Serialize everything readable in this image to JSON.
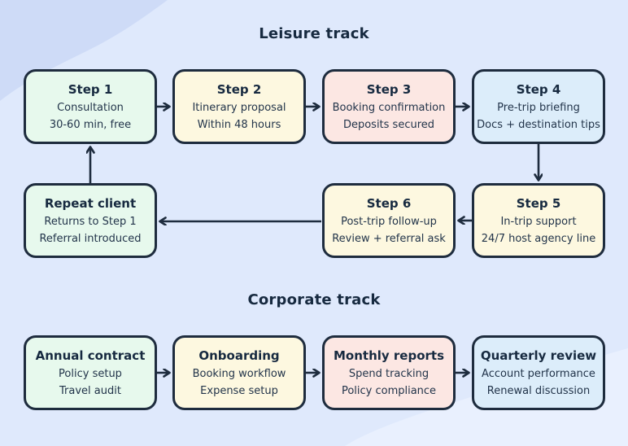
{
  "colors": {
    "background": "#dfe9fc",
    "blob_top_left": "#cedbf7",
    "blob_bottom_right": "#e9f0fe",
    "line": "#1e2c3e",
    "text": "#22344a",
    "title_text": "#172a40",
    "box_green": "#e7f9ed",
    "box_yellow": "#fdf8e0",
    "box_pink": "#fce7e3",
    "box_blue": "#dcedfa"
  },
  "leisure": {
    "title": "Leisure track",
    "steps": [
      {
        "title": "Step 1",
        "line1": "Consultation",
        "line2": "30-60 min, free"
      },
      {
        "title": "Step 2",
        "line1": "Itinerary proposal",
        "line2": "Within 48 hours"
      },
      {
        "title": "Step 3",
        "line1": "Booking confirmation",
        "line2": "Deposits secured"
      },
      {
        "title": "Step 4",
        "line1": "Pre-trip briefing",
        "line2": "Docs + destination tips"
      },
      {
        "title": "Step 5",
        "line1": "In-trip support",
        "line2": "24/7 host agency line"
      },
      {
        "title": "Step 6",
        "line1": "Post-trip follow-up",
        "line2": "Review + referral ask"
      },
      {
        "title": "Repeat client",
        "line1": "Returns to Step 1",
        "line2": "Referral introduced"
      }
    ]
  },
  "corporate": {
    "title": "Corporate track",
    "steps": [
      {
        "title": "Annual contract",
        "line1": "Policy setup",
        "line2": "Travel audit"
      },
      {
        "title": "Onboarding",
        "line1": "Booking workflow",
        "line2": "Expense setup"
      },
      {
        "title": "Monthly reports",
        "line1": "Spend tracking",
        "line2": "Policy compliance"
      },
      {
        "title": "Quarterly review",
        "line1": "Account performance",
        "line2": "Renewal discussion"
      }
    ]
  }
}
